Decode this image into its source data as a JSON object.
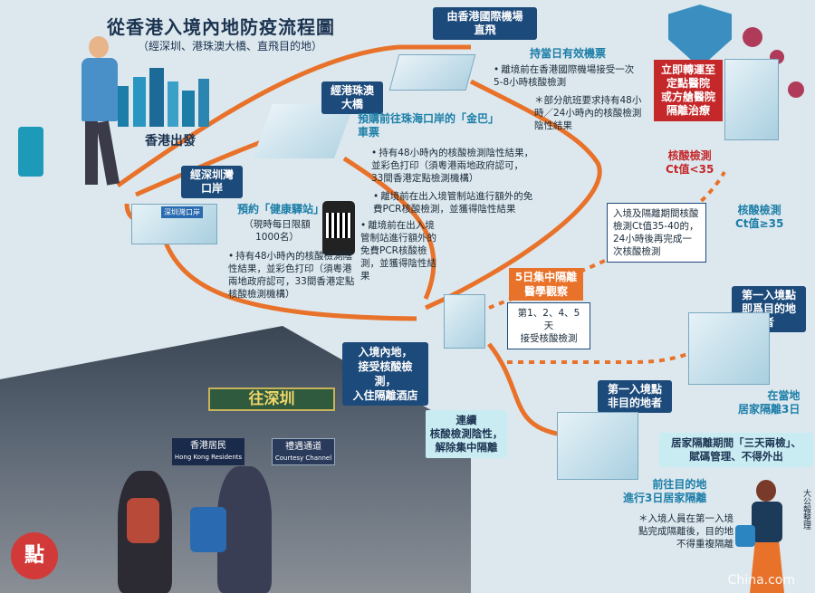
{
  "title": "從香港入境內地防疫流程圖",
  "subtitle": "（經深圳、港珠澳大橋、直飛目的地）",
  "origin": "香港出發",
  "routes": {
    "airport": {
      "label": "由香港國際機場\n直飛",
      "heading": "持當日有效機票",
      "bullet1": "離境前在香港國際機場接受一次5-8小時核酸檢測",
      "bullet2": "＊部分航班要求持有48小時／24小時內的核酸檢測陰性結果"
    },
    "bridge": {
      "label": "經港珠澳\n大橋",
      "heading": "預購前往珠海口岸的「金巴」車票",
      "bullet1": "持有48小時內的核酸檢測陰性結果，並彩色打印（須粵港兩地政府認可，33間香港定點檢測機構）",
      "bullet2": "離境前在出入境管制站進行額外的免費PCR核酸檢測，並獲得陰性結果"
    },
    "shenzhen": {
      "label": "經深圳灣\n口岸",
      "heading": "預約「健康驛站」",
      "quota": "（現時每日限額1000名）",
      "bullet1": "持有48小時內的核酸檢測陰性結果，並彩色打印（須粵港兩地政府認可，33間香港定點核酸檢測機構）",
      "bullet2": "離境前在出入境管制站進行額外的免費PCR核酸檢測，並獲得陰性結果"
    }
  },
  "hospital": "立即轉運至\n定點醫院\n或方艙醫院\n隔離治療",
  "ct_low": "核酸檢測\nCt值<35",
  "ct_high": "核酸檢測\nCt值≥35",
  "ct_mid_box": "入境及隔離期間核酸檢測Ct值35-40的，24小時後再完成一次核酸檢測",
  "quarantine": {
    "label": "5日集中隔離\n醫學觀察",
    "detail": "第1、2、4、5天\n接受核酸檢測"
  },
  "enter_mainland": "入境內地，\n接受核酸檢測，\n入住隔離酒店",
  "continuous_negative": "連續\n核酸檢測陰性，\n解除集中隔離",
  "first_is_dest": "第一入境點\n即爲目的地者",
  "first_not_dest": "第一入境點\n非目的地者",
  "local_home": "在當地\n居家隔離3日",
  "home_rules": "居家隔離期間「三天兩檢」、\n賦碼管理、不得外出",
  "travel_dest": "前往目的地\n進行3日居家隔離",
  "footnote": "＊入境人員在第一入境點完成隔離後，目的地不得重複隔離",
  "credit": "大公報整理",
  "photo": {
    "sign_main": "往深圳",
    "sign_hk": "香港居民",
    "sign_hk_en": "Hong Kong Residents",
    "sign_cc": "禮遇通道",
    "sign_cc_en": "Courtesy Channel"
  },
  "building_sign": "深圳灣口岸",
  "watermark": "China.com",
  "colors": {
    "path": "#e8722a",
    "navy": "#1c4a7a",
    "red": "#c4282a",
    "teal": "#1c7ea8"
  }
}
